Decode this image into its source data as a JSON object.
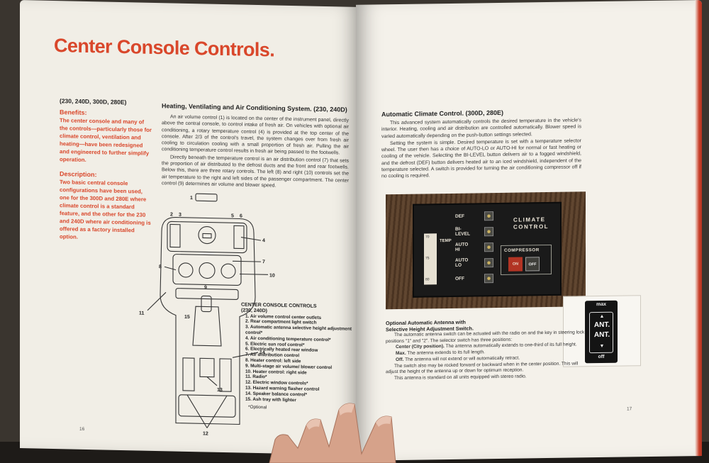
{
  "left_page": {
    "title": "Center Console Controls.",
    "models": "(230, 240D, 300D, 280E)",
    "benefits_heading": "Benefits:",
    "benefits_text": "The center console and many of the controls—particularly those for climate control, ventilation and heating—have been redesigned and engineered to further simplify operation.",
    "description_heading": "Description:",
    "description_text": "Two basic central console configurations have been used, one for the 300D and 280E where climate control is a standard feature, and the other for the 230 and 240D where air conditioning is offered as a factory installed option.",
    "section_title": "Heating, Ventilating and Air Conditioning System. (230, 240D)",
    "paragraphs": [
      "An air volume control (1) is located on the center of the instrument panel, directly above the central console, to control intake of fresh air. On vehicles with optional air conditioning, a rotary temperature control (4) is provided at the top center of the console. After 2/3 of the control's travel, the system changes over from fresh air cooling to circulation cooling with a small proportion of fresh air. Pulling the air conditioning temperature control results in fresh air being passed to the footwells.",
      "Directly beneath the temperature control is an air distribution control (7) that sets the proportion of air distributed to the defrost ducts and the front and rear footwells. Below this, there are three rotary controls. The left (8) and right (10) controls set the air temperature to the right and left sides of the passenger compartment. The center control (9) determines air volume and blower speed."
    ],
    "diagram_numbers": [
      "1",
      "2",
      "3",
      "5",
      "6",
      "4",
      "7",
      "8",
      "9",
      "10",
      "11",
      "15",
      "14",
      "13",
      "12"
    ],
    "legend_title": "CENTER CONSOLE CONTROLS",
    "legend_subtitle": "(230, 240D)",
    "legend_items": [
      "1. Air volume control center outlets",
      "2. Rear compartment light switch",
      "3. Automatic antenna selective height adjustment control*",
      "4. Air conditioning temperature control*",
      "5. Electric sun roof control*",
      "6. Electrically heated rear window",
      "7. Air distribution control",
      "8. Heater control: left side",
      "9. Multi-stage air volume/ blower control",
      "10. Heater control: right side",
      "11. Radio*",
      "12. Electric window controls*",
      "13. Hazard warning flasher control",
      "14. Speaker balance control*",
      "15. Ash tray with lighter"
    ],
    "legend_note": "*Optional",
    "page_number": "16"
  },
  "right_page": {
    "section_title": "Automatic Climate Control. (300D, 280E)",
    "paragraphs": [
      "This advanced system automatically controls the desired temperature in the vehicle's interior. Heating, cooling and air distribution are controlled automatically. Blower speed is varied automatically depending on the push-button settings selected.",
      "Setting the system is simple. Desired temperature is set with a temperature selector wheel. The user then has a choice of AUTO-LO or AUTO-HI for normal or fast heating or cooling of the vehicle. Selecting the BI-LEVEL button delivers air to a fogged windshield, and the defrost (DEF) button delivers heated air to an iced windshield, independent of the temperature selected. A switch is provided for turning the air conditioning compressor off if no cooling is required."
    ],
    "climate_panel": {
      "buttons": [
        "DEF",
        "BI-\nLEVEL",
        "AUTO\nHI",
        "AUTO\nLO",
        "OFF"
      ],
      "title": "CLIMATE\nCONTROL",
      "temp_word": "TEMP",
      "temp_marks": [
        "70",
        "75",
        "80"
      ],
      "compressor_label": "COMPRESSOR",
      "on_label": "ON",
      "off_label": "OFF"
    },
    "antenna_heading": "Optional Automatic Antenna with\nSelective Height Adjustment Switch.",
    "antenna_paragraphs": [
      "The automatic antenna switch can be actuated with the radio on and the key in steering lock positions \"1\" and \"2\". The selector switch has three positions:"
    ],
    "antenna_positions": [
      {
        "label": "Center (City position).",
        "text": "The antenna automatically extends to one-third of its full height."
      },
      {
        "label": "Max.",
        "text": "The antenna extends to its full length."
      },
      {
        "label": "Off.",
        "text": "The antenna will not extend or will automatically retract."
      }
    ],
    "antenna_closing": [
      "The switch also may be rocked forward or backward when in the center position. This will adjust the height of the antenna up or down for optimum reception.",
      "This antenna is standard on all units equipped with stereo radio."
    ],
    "antenna_switch": {
      "max": "max",
      "up_arrow": "▲",
      "ant1": "ANT.",
      "ant2": "ANT.",
      "down_arrow": "▼",
      "off": "off"
    },
    "page_number": "17"
  }
}
